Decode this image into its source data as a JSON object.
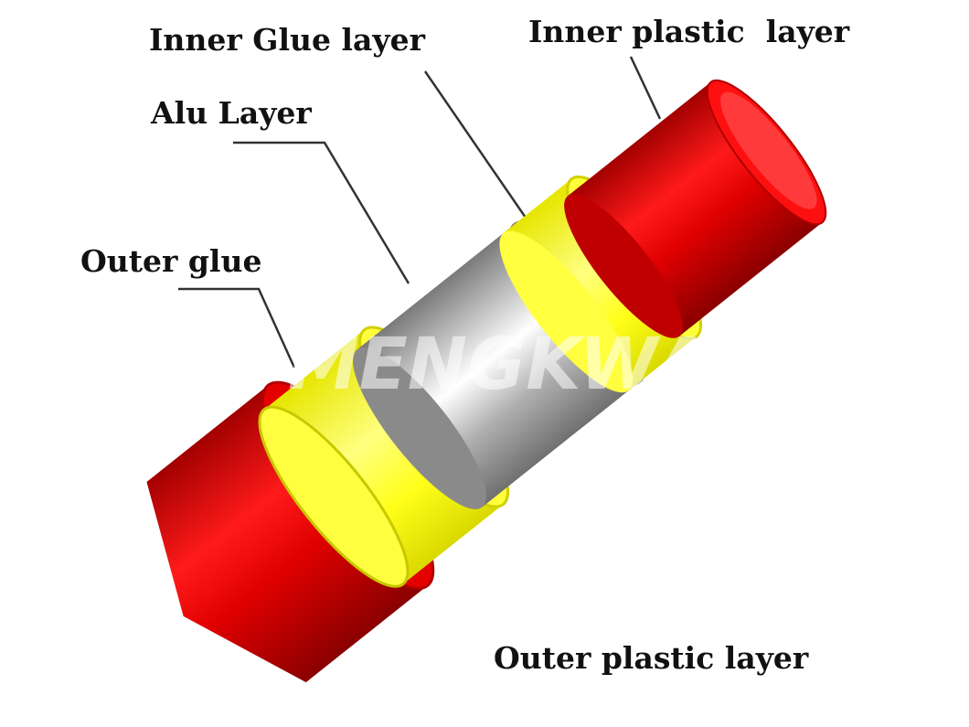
{
  "labels": {
    "inner_glue": "Inner Glue layer",
    "inner_plastic": "Inner plastic  layer",
    "alu": "Alu Layer",
    "outer_glue": "Outer glue",
    "outer_plastic": "Outer plastic layer"
  },
  "watermark": "MENGKWA",
  "colors": {
    "plastic_red": "#d40000",
    "glue_yellow": "#ffff1a",
    "alu_grey": "#9a9a9a"
  }
}
